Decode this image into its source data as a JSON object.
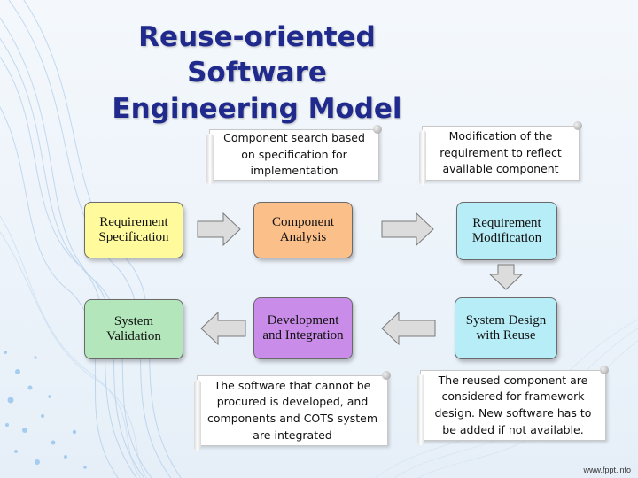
{
  "title": {
    "line1": "Reuse-oriented Software",
    "line2": "Engineering Model"
  },
  "colors": {
    "title": "#1f2a8c",
    "yellow": "#fffb9c",
    "peach": "#fbbf8a",
    "cyan": "#b7edf7",
    "green": "#b3e7bb",
    "purple": "#c98ce8",
    "arrow_fill": "#dcdcdc"
  },
  "boxes": {
    "requirement_specification": "Requirement Specification",
    "component_analysis": "Component Analysis",
    "requirement_modification": "Requirement Modification",
    "system_validation": "System Validation",
    "development_integration": "Development and Integration",
    "system_design_reuse": "System Design with Reuse"
  },
  "notes": {
    "component_search": "Component search based on specification for implementation",
    "modification": "Modification of the requirement to reflect available component",
    "software_procured": "The software that cannot be procured is developed, and components and COTS system are integrated",
    "reused_component": "The reused component are considered for framework design. New software has to be added if not available."
  },
  "footer": "www.fppt.info"
}
